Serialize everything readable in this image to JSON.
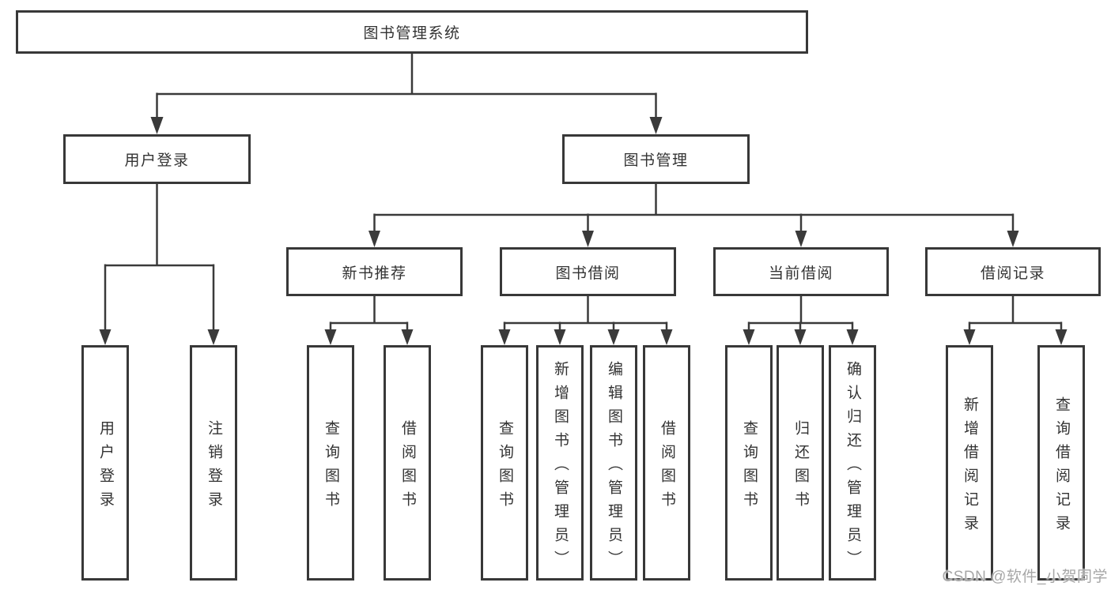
{
  "root_label": "图书管理系统",
  "branches": {
    "user_login": {
      "label": "用户登录",
      "children": [
        "用户登录",
        "注销登录"
      ]
    },
    "book_management": {
      "label": "图书管理",
      "sections": {
        "new_books": {
          "label": "新书推荐",
          "children": [
            "查询图书",
            "借阅图书"
          ]
        },
        "borrowing": {
          "label": "图书借阅",
          "children": [
            "查询图书",
            "新增图书（管理员）",
            "编辑图书（管理员）",
            "借阅图书"
          ]
        },
        "current": {
          "label": "当前借阅",
          "children": [
            "查询图书",
            "归还图书",
            "确认归还（管理员）"
          ]
        },
        "records": {
          "label": "借阅记录",
          "children": [
            "新增借阅记录",
            "查询借阅记录"
          ]
        }
      }
    }
  },
  "watermark": "CSDN @软件_小贺同学",
  "colors": {
    "background": "#ffffff",
    "box_border": "#383838",
    "connector_line": "#3a3a3a",
    "text": "#333333",
    "watermark": "#a7a7a7"
  }
}
